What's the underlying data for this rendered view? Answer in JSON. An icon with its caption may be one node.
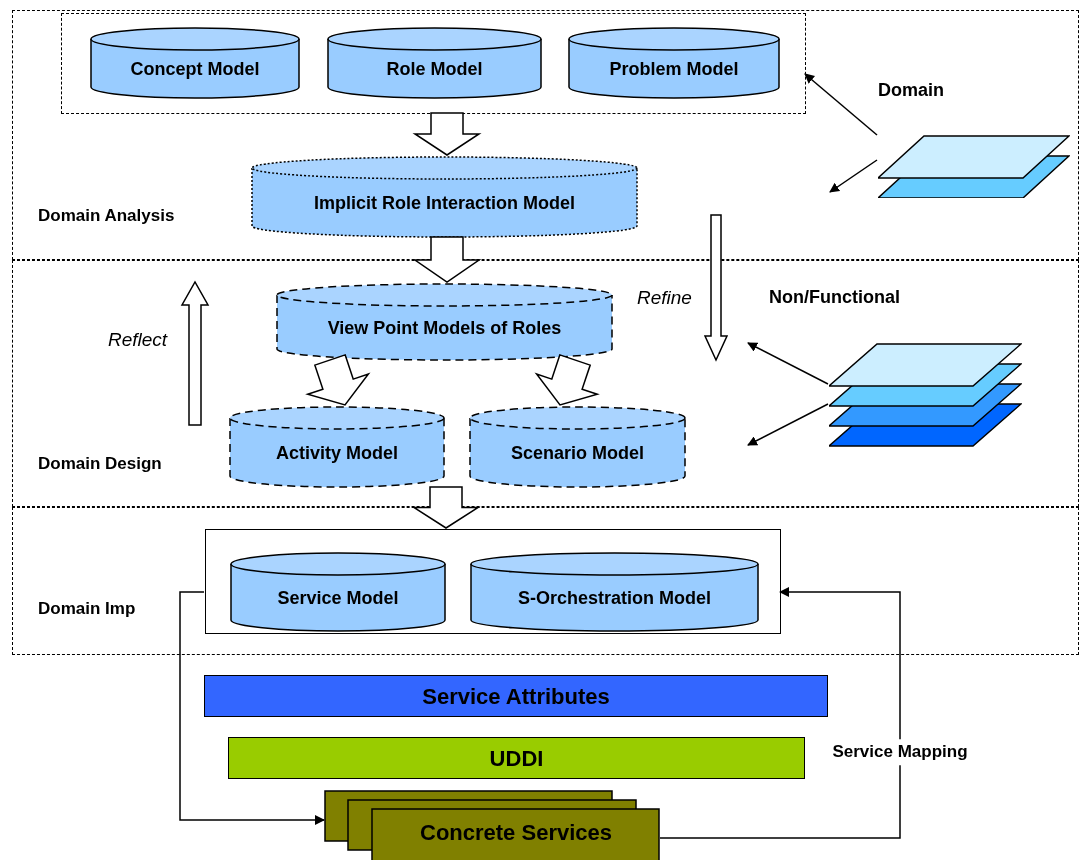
{
  "diagram": {
    "nodes": [
      {
        "text": [
          "Domain Analysis"
        ]
      },
      {
        "text": [],
        "shape": "box",
        "in": 0
      },
      {
        "text": [
          "Concept Model"
        ],
        "in": 1
      },
      {
        "text": [
          "Role Model"
        ],
        "in": 1
      },
      {
        "text": [
          "Problem Model"
        ],
        "in": 1
      },
      {
        "text": [
          "Implicit Role Interaction Model"
        ],
        "in": 0
      },
      {
        "text": [
          "Domain"
        ],
        "in": 0
      },
      {
        "text": [
          "Domain Design"
        ]
      },
      {
        "text": [
          "View Point Models of Roles"
        ],
        "in": 7
      },
      {
        "text": [
          "Activity Model"
        ],
        "in": 7
      },
      {
        "text": [
          "Scenario Model"
        ],
        "in": 7
      },
      {
        "text": [
          "Non/Functional"
        ],
        "in": 7
      },
      {
        "text": [
          "Domain Imp"
        ]
      },
      {
        "text": [],
        "shape": "box",
        "in": 12
      },
      {
        "text": [
          "Service Model"
        ],
        "in": 13
      },
      {
        "text": [
          "S-Orchestration Model"
        ],
        "in": 13
      },
      {
        "text": [
          "Service Attributes"
        ]
      },
      {
        "text": [
          "UDDI"
        ]
      },
      {
        "text": [
          "Concrete Services"
        ]
      }
    ],
    "edges": [
      {
        "from": 1,
        "to": 5,
        "arrow": "to",
        "style": "thick"
      },
      {
        "from": 5,
        "to": 8,
        "arrow": "to",
        "style": "thick"
      },
      {
        "from": 8,
        "to": 9,
        "arrow": "to",
        "style": "thick"
      },
      {
        "from": 8,
        "to": 10,
        "arrow": "to",
        "style": "thick"
      },
      {
        "from": 9,
        "to": 13,
        "arrow": "to",
        "style": "thick"
      },
      {
        "from": 6,
        "to": 1,
        "arrow": "to"
      },
      {
        "from": 6,
        "to": null,
        "arrow": "to"
      },
      {
        "from": 11,
        "to": null,
        "arrow": "to"
      },
      {
        "from": 11,
        "to": null,
        "arrow": "to"
      },
      {
        "from": 18,
        "to": 13,
        "arrow": "to",
        "label": "Service Mapping"
      },
      {
        "from": 13,
        "to": 18,
        "arrow": "to"
      }
    ],
    "labels": [
      "Refine",
      "Reflect"
    ]
  }
}
